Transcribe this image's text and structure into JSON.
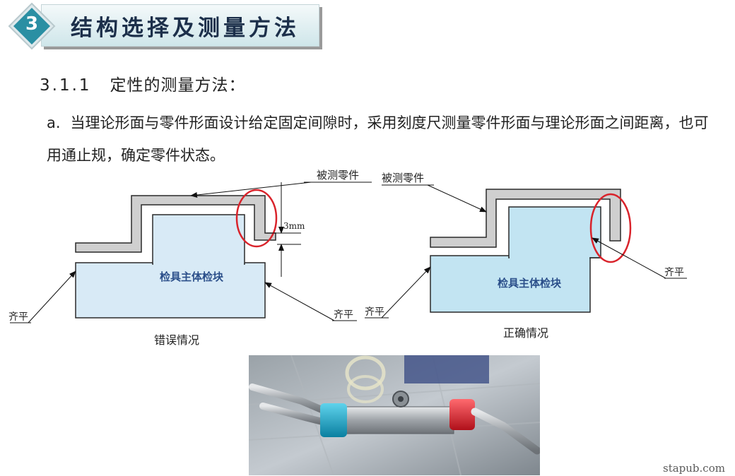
{
  "header": {
    "section_number": "3",
    "title": "结构选择及测量方法"
  },
  "subsection": {
    "number": "3.1.1",
    "title": "定性的测量方法："
  },
  "description": {
    "marker": "a.",
    "text": "当理论形面与零件形面设计给定固定间隙时，采用刻度尺测量零件形面与理论形面之间距离，也可用通止规，确定零件状态。"
  },
  "diagram_wrong": {
    "part_label": "被测零件",
    "block_label": "检具主体检块",
    "gap_label": "3mm",
    "flush_left": "齐平",
    "flush_right": "齐平",
    "caption": "错误情况"
  },
  "diagram_correct": {
    "part_label": "被测零件",
    "block_label": "检具主体检块",
    "flush_left": "齐平",
    "flush_right": "齐平",
    "caption": "正确情况"
  },
  "colors": {
    "header_text": "#1c2f4a",
    "badge": "#2a8fa3",
    "block_fill": "#d8eaf6",
    "block_fill_correct": "#c2e4f2",
    "part_fill": "#cfcfcf",
    "highlight_ring": "#d9232b",
    "cap_blue": "#1aa6c8",
    "cap_red": "#e0202a"
  },
  "watermark": "stapub.com"
}
